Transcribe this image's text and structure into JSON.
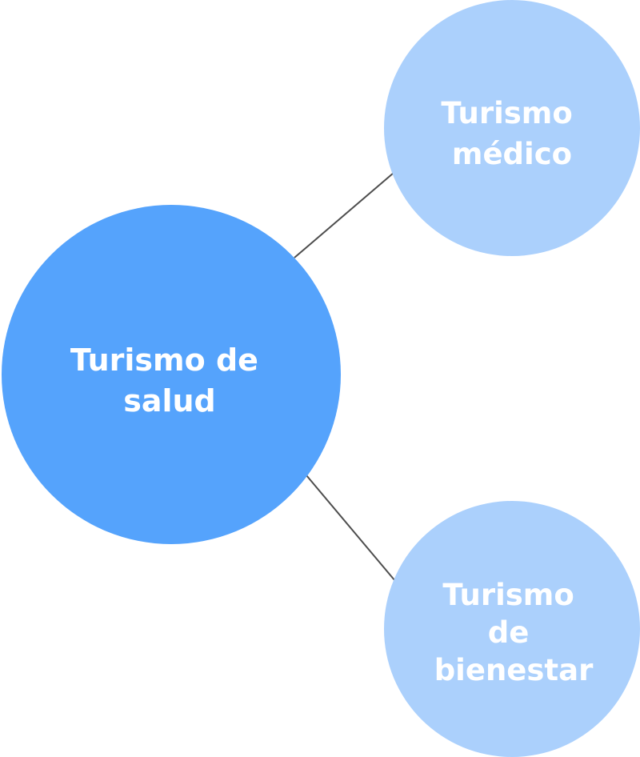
{
  "diagram": {
    "center": {
      "lines": [
        "Turismo de",
        "salud"
      ],
      "color": "#55a3fc"
    },
    "branches": [
      {
        "lines": [
          "Turismo",
          "médico"
        ],
        "color": "#abd0fc"
      },
      {
        "lines": [
          "Turismo",
          "de",
          "bienestar"
        ],
        "color": "#abd0fc"
      }
    ],
    "connector_color": "#4d4d4d",
    "text_color": "#ffffff"
  }
}
